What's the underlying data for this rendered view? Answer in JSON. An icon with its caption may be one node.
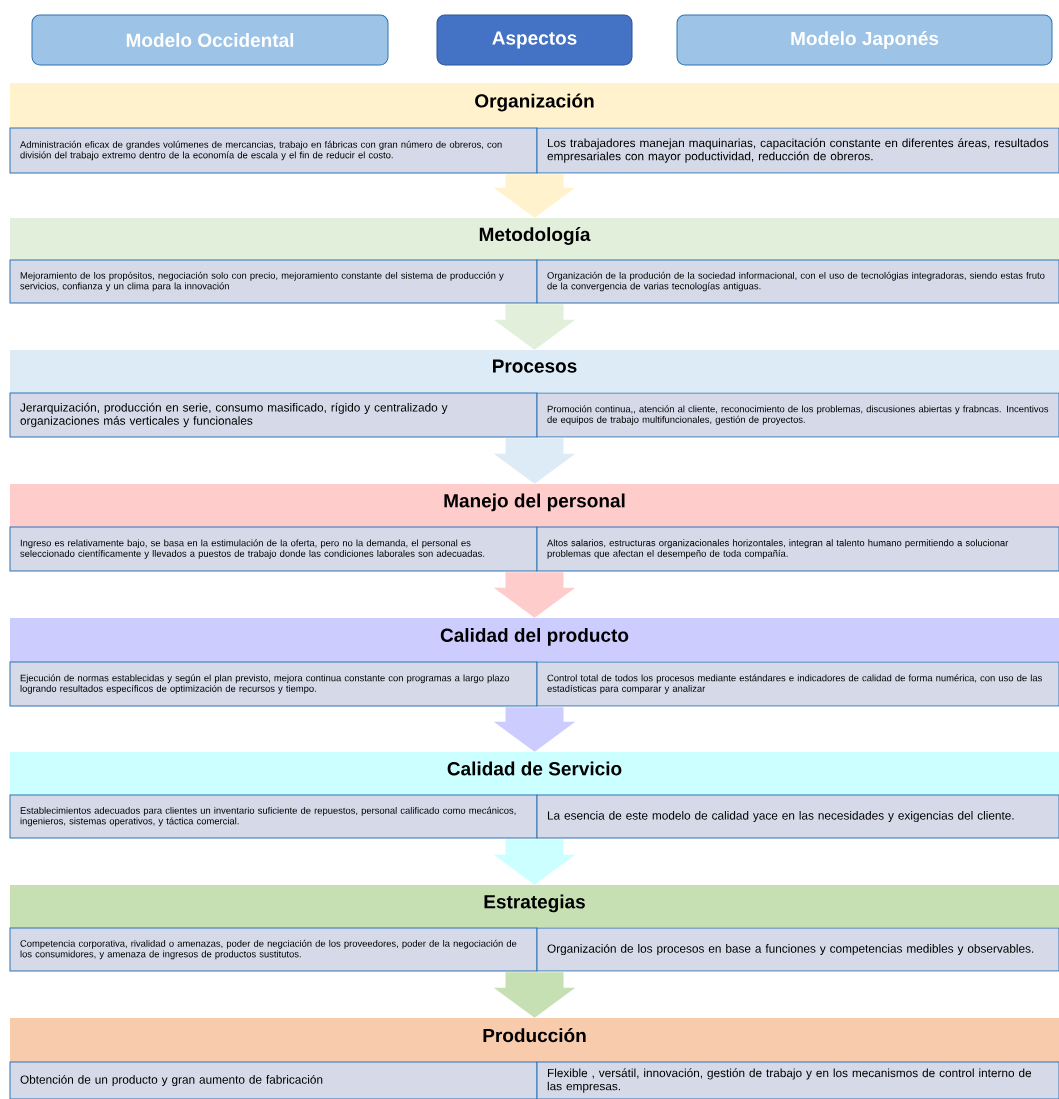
{
  "diagram": {
    "nodes": [
      {
        "text": [
          "Modelo Occidental"
        ]
      },
      {
        "text": [
          "Aspectos"
        ]
      },
      {
        "text": [
          "Modelo Japonés"
        ]
      },
      {
        "text": [
          "Organización"
        ]
      },
      {
        "in": 3,
        "text": [
          "Administración eficax de grandes volúmenes de mercancias, trabajo en fábricas con gran número de obreros, con división del trabajo extremo dentro de la economía de escala y el fin de reducir el costo."
        ]
      },
      {
        "in": 3,
        "text": [
          "Los trabajadores manejan maquinarias, capacitación constante en diferentes áreas, resultados empresariales con mayor poductividad, reducción de obreros."
        ]
      },
      {
        "text": [
          "Metodología"
        ]
      },
      {
        "in": 6,
        "text": [
          "Mejoramiento de los propósitos, negociación solo con precio, mejoramiento constante del sistema de producción y servicios, confianza y un clima para la innovación"
        ]
      },
      {
        "in": 6,
        "text": [
          "Organización de la produción de la sociedad informacional, con el uso de tecnológias integradoras, siendo estas fruto de la convergencia de varias tecnologías antiguas."
        ]
      },
      {
        "text": [
          "Procesos"
        ]
      },
      {
        "in": 9,
        "text": [
          "Jerarquización, producción en serie, consumo masificado, rígido y centralizado y organizaciones más verticales y funcionales"
        ]
      },
      {
        "in": 9,
        "text": [
          "Promoción continua,, atención al cliente, reconocimiento de los problemas, discusiones abiertas y frabncas. Incentivos de equipos de trabajo multifuncionales, gestión de proyectos."
        ]
      },
      {
        "text": [
          "Manejo del personal"
        ]
      },
      {
        "in": 12,
        "text": [
          "Ingreso es relativamente bajo, se basa en la estimulación de la oferta, pero no la demanda, el personal es seleccionado científicamente y llevados a puestos de trabajo donde las condiciones laborales son adecuadas."
        ]
      },
      {
        "in": 12,
        "text": [
          "Altos salarios, estructuras organizacionales horizontales, integran al talento humano permitiendo a solucionar problemas que afectan el desempeño de toda compañía."
        ]
      },
      {
        "text": [
          "Calidad del producto"
        ]
      },
      {
        "in": 15,
        "text": [
          "Ejecución de normas establecidas y según el plan previsto, mejora continua constante con programas a largo plazo logrando resultados específicos de optimización de recursos  y tiempo."
        ]
      },
      {
        "in": 15,
        "text": [
          "Control total de todos los procesos mediante estándares e indicadores de calidad de forma numérica, con uso de las estadísticas para comparar y analizar"
        ]
      },
      {
        "text": [
          "Calidad de Servicio"
        ]
      },
      {
        "in": 18,
        "text": [
          "Establecimientos adecuados para clientes un inventario suficiente de repuestos, personal calificado como mecánicos, ingenieros, sistemas operativos, y táctica comercial."
        ]
      },
      {
        "in": 18,
        "text": [
          "La esencia de este modelo de calidad yace en las necesidades y exigencias del cliente."
        ]
      },
      {
        "text": [
          "Estrategias"
        ]
      },
      {
        "in": 21,
        "text": [
          "Competencia corporativa, rivalidad o amenazas, poder de negciación de los proveedores, poder de la negociación de los consumidores, y amenaza de ingresos de productos sustitutos."
        ]
      },
      {
        "in": 21,
        "text": [
          "Organización de los procesos en base a funciones y competencias medibles y observables."
        ]
      },
      {
        "text": [
          "Producción"
        ]
      },
      {
        "in": 24,
        "text": [
          "Obtención de un producto y gran aumento de fabricación"
        ]
      },
      {
        "in": 24,
        "text": [
          "Flexible , versátil, innovación, gestión de trabajo y en los mecanismos de control interno de las empresas."
        ]
      }
    ],
    "edges": [
      {
        "from": 3,
        "to": 6,
        "arrow": "to",
        "color": "#fff2cc"
      },
      {
        "from": 6,
        "to": 9,
        "arrow": "to",
        "color": "#e2efda"
      },
      {
        "from": 9,
        "to": 12,
        "arrow": "to",
        "color": "#ddebf7"
      },
      {
        "from": 12,
        "to": 15,
        "arrow": "to",
        "color": "#ffcccc"
      },
      {
        "from": 15,
        "to": 18,
        "arrow": "to",
        "color": "#ccccff"
      },
      {
        "from": 18,
        "to": 21,
        "arrow": "to",
        "color": "#ccffff"
      },
      {
        "from": 21,
        "to": 24,
        "arrow": "to",
        "color": "#c6e0b4"
      }
    ]
  }
}
